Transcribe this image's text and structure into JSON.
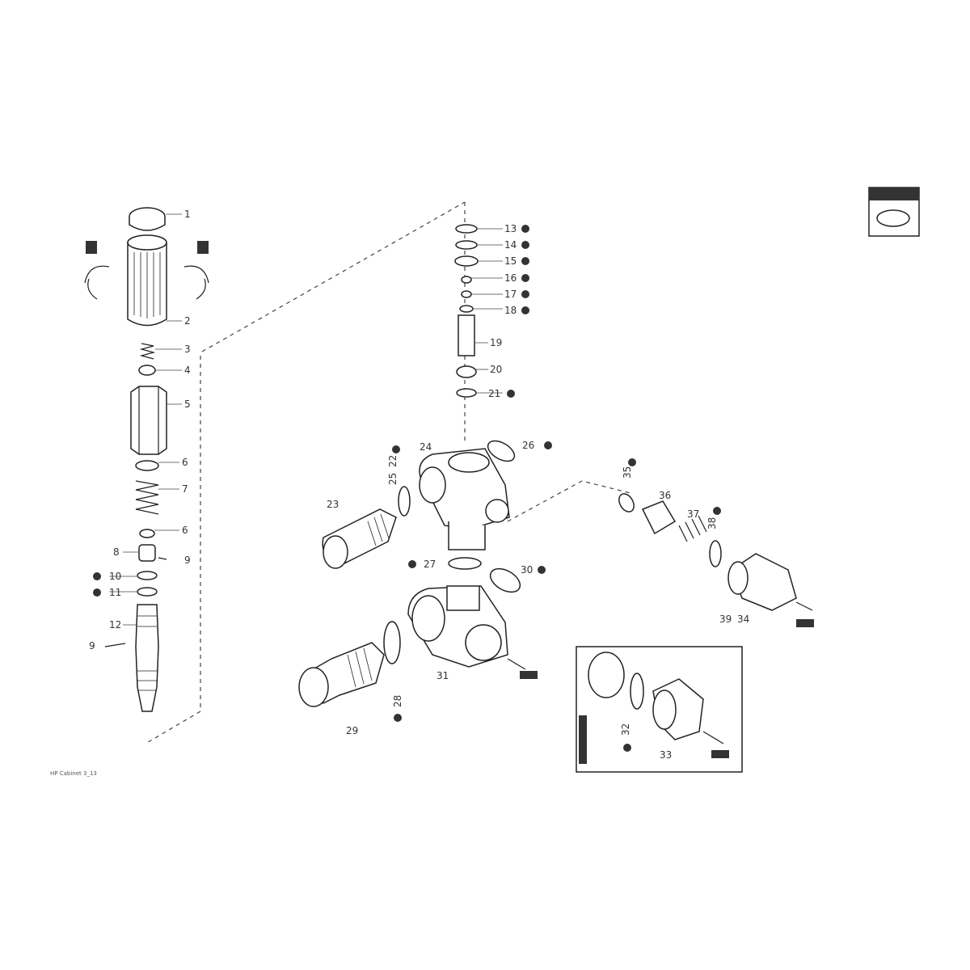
{
  "footer_code": "HP Cabinet 3_13",
  "callouts": [
    {
      "id": "1",
      "label": "1"
    },
    {
      "id": "2",
      "label": "2"
    },
    {
      "id": "3",
      "label": "3"
    },
    {
      "id": "4",
      "label": "4"
    },
    {
      "id": "5",
      "label": "5"
    },
    {
      "id": "6",
      "label": "6"
    },
    {
      "id": "7",
      "label": "7"
    },
    {
      "id": "6b",
      "label": "6"
    },
    {
      "id": "8",
      "label": "8"
    },
    {
      "id": "9",
      "label": "9"
    },
    {
      "id": "9b",
      "label": "9"
    },
    {
      "id": "10",
      "label": "10"
    },
    {
      "id": "11",
      "label": "11"
    },
    {
      "id": "12",
      "label": "12"
    },
    {
      "id": "13",
      "label": "13"
    },
    {
      "id": "14",
      "label": "14"
    },
    {
      "id": "15",
      "label": "15"
    },
    {
      "id": "16",
      "label": "16"
    },
    {
      "id": "17",
      "label": "17"
    },
    {
      "id": "18",
      "label": "18"
    },
    {
      "id": "19",
      "label": "19"
    },
    {
      "id": "20",
      "label": "20"
    },
    {
      "id": "21",
      "label": "21"
    },
    {
      "id": "22",
      "label": "22"
    },
    {
      "id": "23",
      "label": "23"
    },
    {
      "id": "24",
      "label": "24"
    },
    {
      "id": "25",
      "label": "25"
    },
    {
      "id": "26",
      "label": "26"
    },
    {
      "id": "27",
      "label": "27"
    },
    {
      "id": "28",
      "label": "28"
    },
    {
      "id": "29",
      "label": "29"
    },
    {
      "id": "30",
      "label": "30"
    },
    {
      "id": "31",
      "label": "31"
    },
    {
      "id": "32",
      "label": "32"
    },
    {
      "id": "33",
      "label": "33"
    },
    {
      "id": "34",
      "label": "34"
    },
    {
      "id": "35",
      "label": "35"
    },
    {
      "id": "36",
      "label": "36"
    },
    {
      "id": "37",
      "label": "37"
    },
    {
      "id": "38",
      "label": "38"
    },
    {
      "id": "39",
      "label": "39"
    }
  ],
  "icons": {
    "service_kit_marker": "service-kit-badge-icon",
    "seal_kit_badge": "seal-kit-icon",
    "flow_arrow": "flow-direction-arrow-icon",
    "rotate_arrow": "tighten-rotation-icon"
  },
  "colors": {
    "line": "#222222",
    "fill": "#ffffff",
    "badge": "#333333"
  }
}
